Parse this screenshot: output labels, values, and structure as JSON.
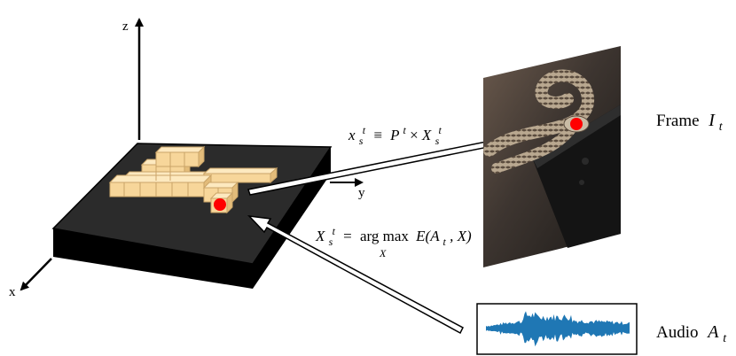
{
  "axes": {
    "x": "x",
    "y": "y",
    "z": "z"
  },
  "labels": {
    "frame_prefix": "Frame",
    "frame_var": "I",
    "frame_sub": "t",
    "audio_prefix": "Audio",
    "audio_var": "A",
    "audio_sub": "t"
  },
  "equations": {
    "projection": {
      "lhs": "x",
      "lhs_sub": "s",
      "lhs_sup": "t",
      "equiv": "≡",
      "P": "P",
      "P_sup": "t",
      "times": "×",
      "rhs": "X",
      "rhs_sub": "s",
      "rhs_sup": "t"
    },
    "localization": {
      "lhs": "X",
      "lhs_sub": "s",
      "lhs_sup": "t",
      "eq": "=",
      "op": "arg max",
      "op_sub": "X",
      "func": "E(A",
      "func_sub": "t",
      "func_tail": ", X)"
    }
  },
  "colors": {
    "platform_top": "#2b2b2b",
    "platform_side": "#000000",
    "voxel": "#f7d69a",
    "voxel_edge": "#caa468",
    "source_point": "#ff0000",
    "waveform": "#1f77b4"
  }
}
